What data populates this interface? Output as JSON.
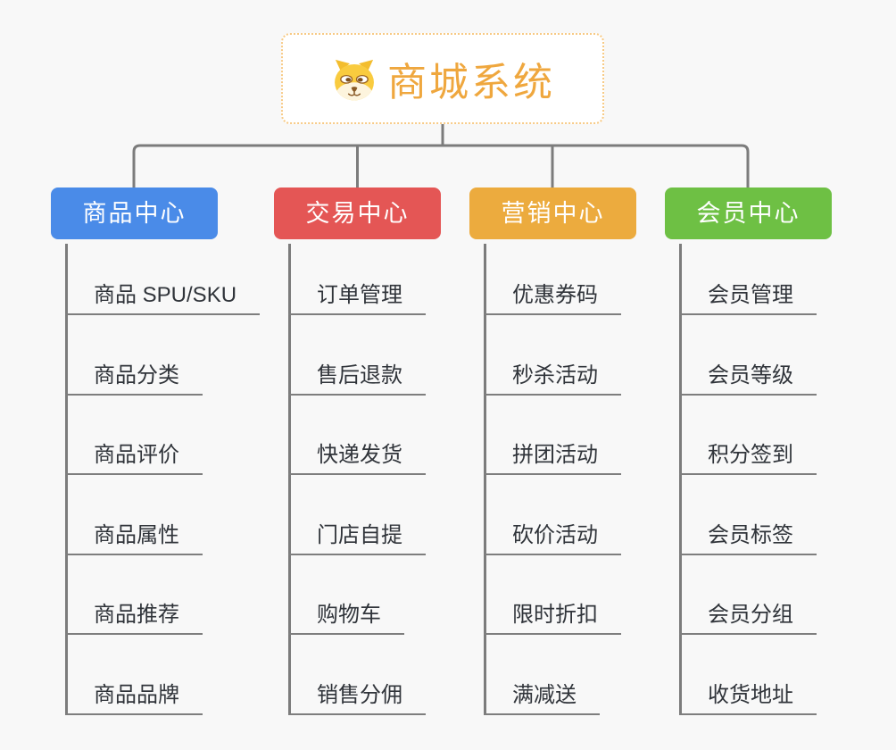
{
  "root": {
    "title": "商城系统",
    "icon": "dog-face-icon"
  },
  "branches": [
    {
      "label": "商品中心",
      "color": "#4a8be8",
      "children": [
        "商品 SPU/SKU",
        "商品分类",
        "商品评价",
        "商品属性",
        "商品推荐",
        "商品品牌"
      ]
    },
    {
      "label": "交易中心",
      "color": "#e45655",
      "children": [
        "订单管理",
        "售后退款",
        "快递发货",
        "门店自提",
        "购物车",
        "销售分佣"
      ]
    },
    {
      "label": "营销中心",
      "color": "#ecab3e",
      "children": [
        "优惠券码",
        "秒杀活动",
        "拼团活动",
        "砍价活动",
        "限时折扣",
        "满减送"
      ]
    },
    {
      "label": "会员中心",
      "color": "#6ec044",
      "children": [
        "会员管理",
        "会员等级",
        "积分签到",
        "会员标签",
        "会员分组",
        "收货地址"
      ]
    }
  ],
  "colors": {
    "background": "#f8f8f8",
    "root_text": "#efa73e",
    "root_border": "#f7ca85",
    "connector": "#7c7c7c",
    "leaf_line": "#7e7e7e",
    "leaf_text": "#30343a",
    "header_text": "#ffffff"
  }
}
